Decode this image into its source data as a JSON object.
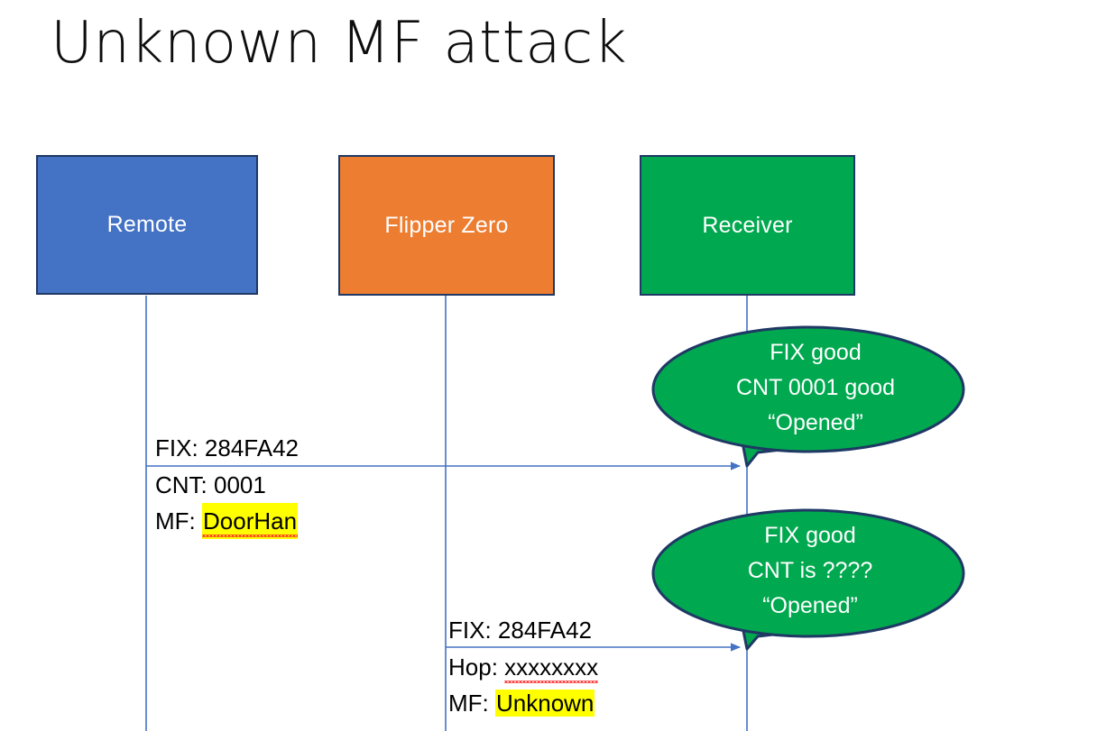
{
  "slide": {
    "title": "Unknown MF attack",
    "background_color": "#FFFFFF"
  },
  "colors": {
    "remote_fill": "#4472C4",
    "flipper_fill": "#ED7D31",
    "receiver_fill": "#00A84F",
    "box_border": "#1F3864",
    "bubble_fill": "#00A84F",
    "bubble_border": "#1F3864",
    "connector_line": "#4472C4",
    "highlight": "#FFFF00",
    "spellcheck_underline": "#FF2B2B",
    "text_dark": "#000000",
    "text_light": "#FFFFFF"
  },
  "actors": [
    {
      "id": "remote",
      "label": "Remote",
      "fill": "#4472C4"
    },
    {
      "id": "flipper",
      "label": "Flipper Zero",
      "fill": "#ED7D31"
    },
    {
      "id": "receiver",
      "label": "Receiver",
      "fill": "#00A84F"
    }
  ],
  "messages": [
    {
      "id": "remote-to-receiver",
      "from": "Remote",
      "to": "Receiver",
      "line1": "FIX: 284FA42",
      "line2": "CNT: 0001",
      "line3_prefix": "MF: ",
      "line3_value": "DoorHan",
      "line3_highlighted": true,
      "line3_spellchecked": true
    },
    {
      "id": "flipper-to-receiver",
      "from": "Flipper Zero",
      "to": "Receiver",
      "line1": "FIX: 284FA42",
      "line2_prefix": "Hop: ",
      "line2_value": "xxxxxxxx",
      "line2_spellchecked": true,
      "line3_prefix": "MF: ",
      "line3_value": "Unknown",
      "line3_highlighted": true
    }
  ],
  "bubbles": [
    {
      "id": "bubble-first-reply",
      "owner": "Receiver",
      "line1": "FIX good",
      "line2": "CNT 0001 good",
      "line3": "“Opened”"
    },
    {
      "id": "bubble-second-reply",
      "owner": "Receiver",
      "line1": "FIX good",
      "line2": "CNT is ????",
      "line3": "“Opened”"
    }
  ]
}
